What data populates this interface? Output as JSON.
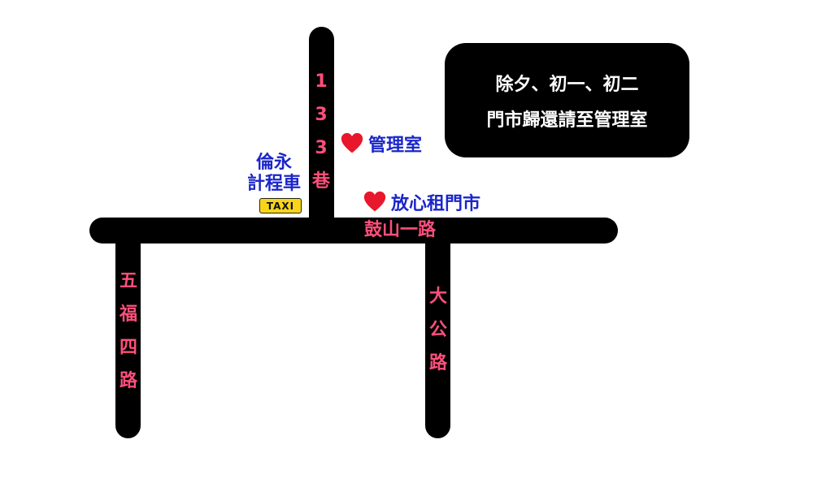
{
  "roads": {
    "main_road": "鼓山一路",
    "lane": [
      "1",
      "3",
      "3",
      "巷"
    ],
    "left_road": [
      "五",
      "福",
      "四",
      "路"
    ],
    "right_road": [
      "大",
      "公",
      "路"
    ]
  },
  "places": {
    "management_office": "管理室",
    "rental_store": "放心租門市",
    "taxi": {
      "name_line1": "倫永",
      "name_line2": "計程車",
      "badge": "TAXI"
    }
  },
  "notice": {
    "line1": "除夕、初一、初二",
    "line2": "門市歸還請至管理室"
  },
  "colors": {
    "road": "#000000",
    "road_label": "#ff4f7b",
    "place_label": "#1b26c9",
    "heart": "#e8172b",
    "taxi_badge": "#f8d51a",
    "notice_text": "#ffffff"
  },
  "icons": [
    "heart-icon",
    "taxi-icon"
  ]
}
